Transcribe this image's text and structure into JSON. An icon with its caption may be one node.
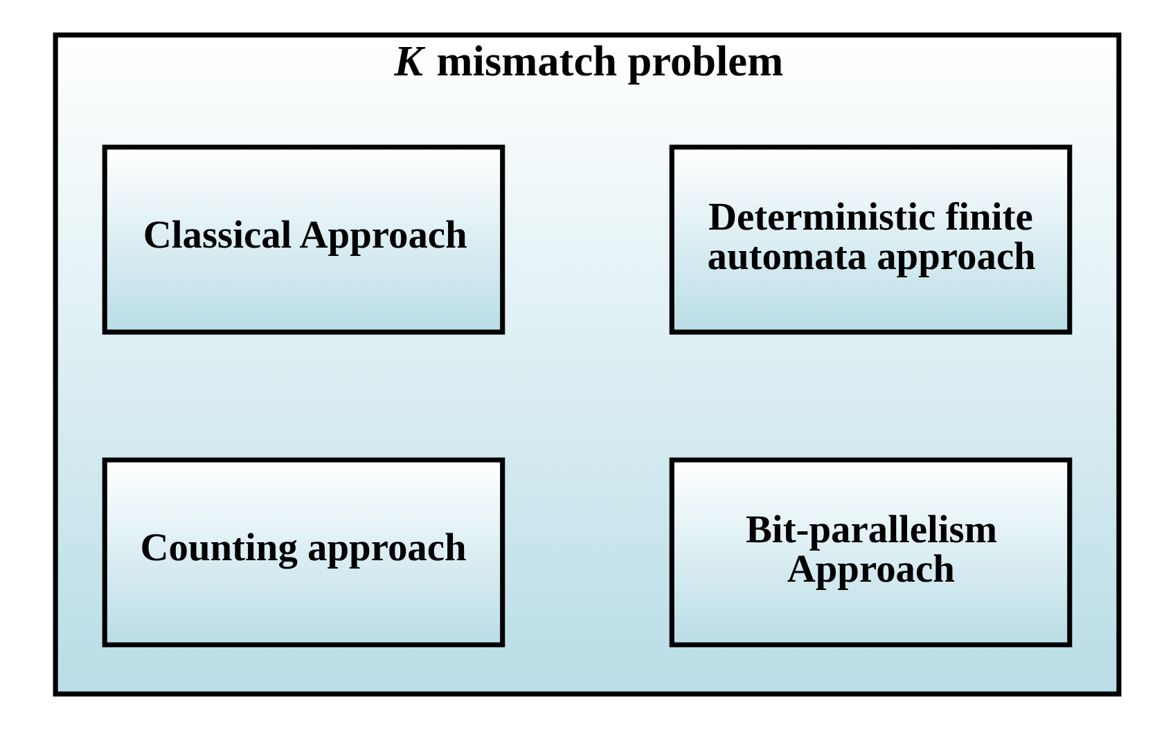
{
  "diagram": {
    "nodes": [
      {
        "text": [
          "*K* mismatch problem"
        ]
      },
      {
        "text": [
          "Classical Approach"
        ],
        "in": 0
      },
      {
        "text": [
          "Deterministic finite automata approach"
        ],
        "in": 0
      },
      {
        "text": [
          "Counting approach"
        ],
        "in": 0
      },
      {
        "text": [
          "Bit-parallelism Approach"
        ],
        "in": 0
      }
    ],
    "edges": []
  }
}
